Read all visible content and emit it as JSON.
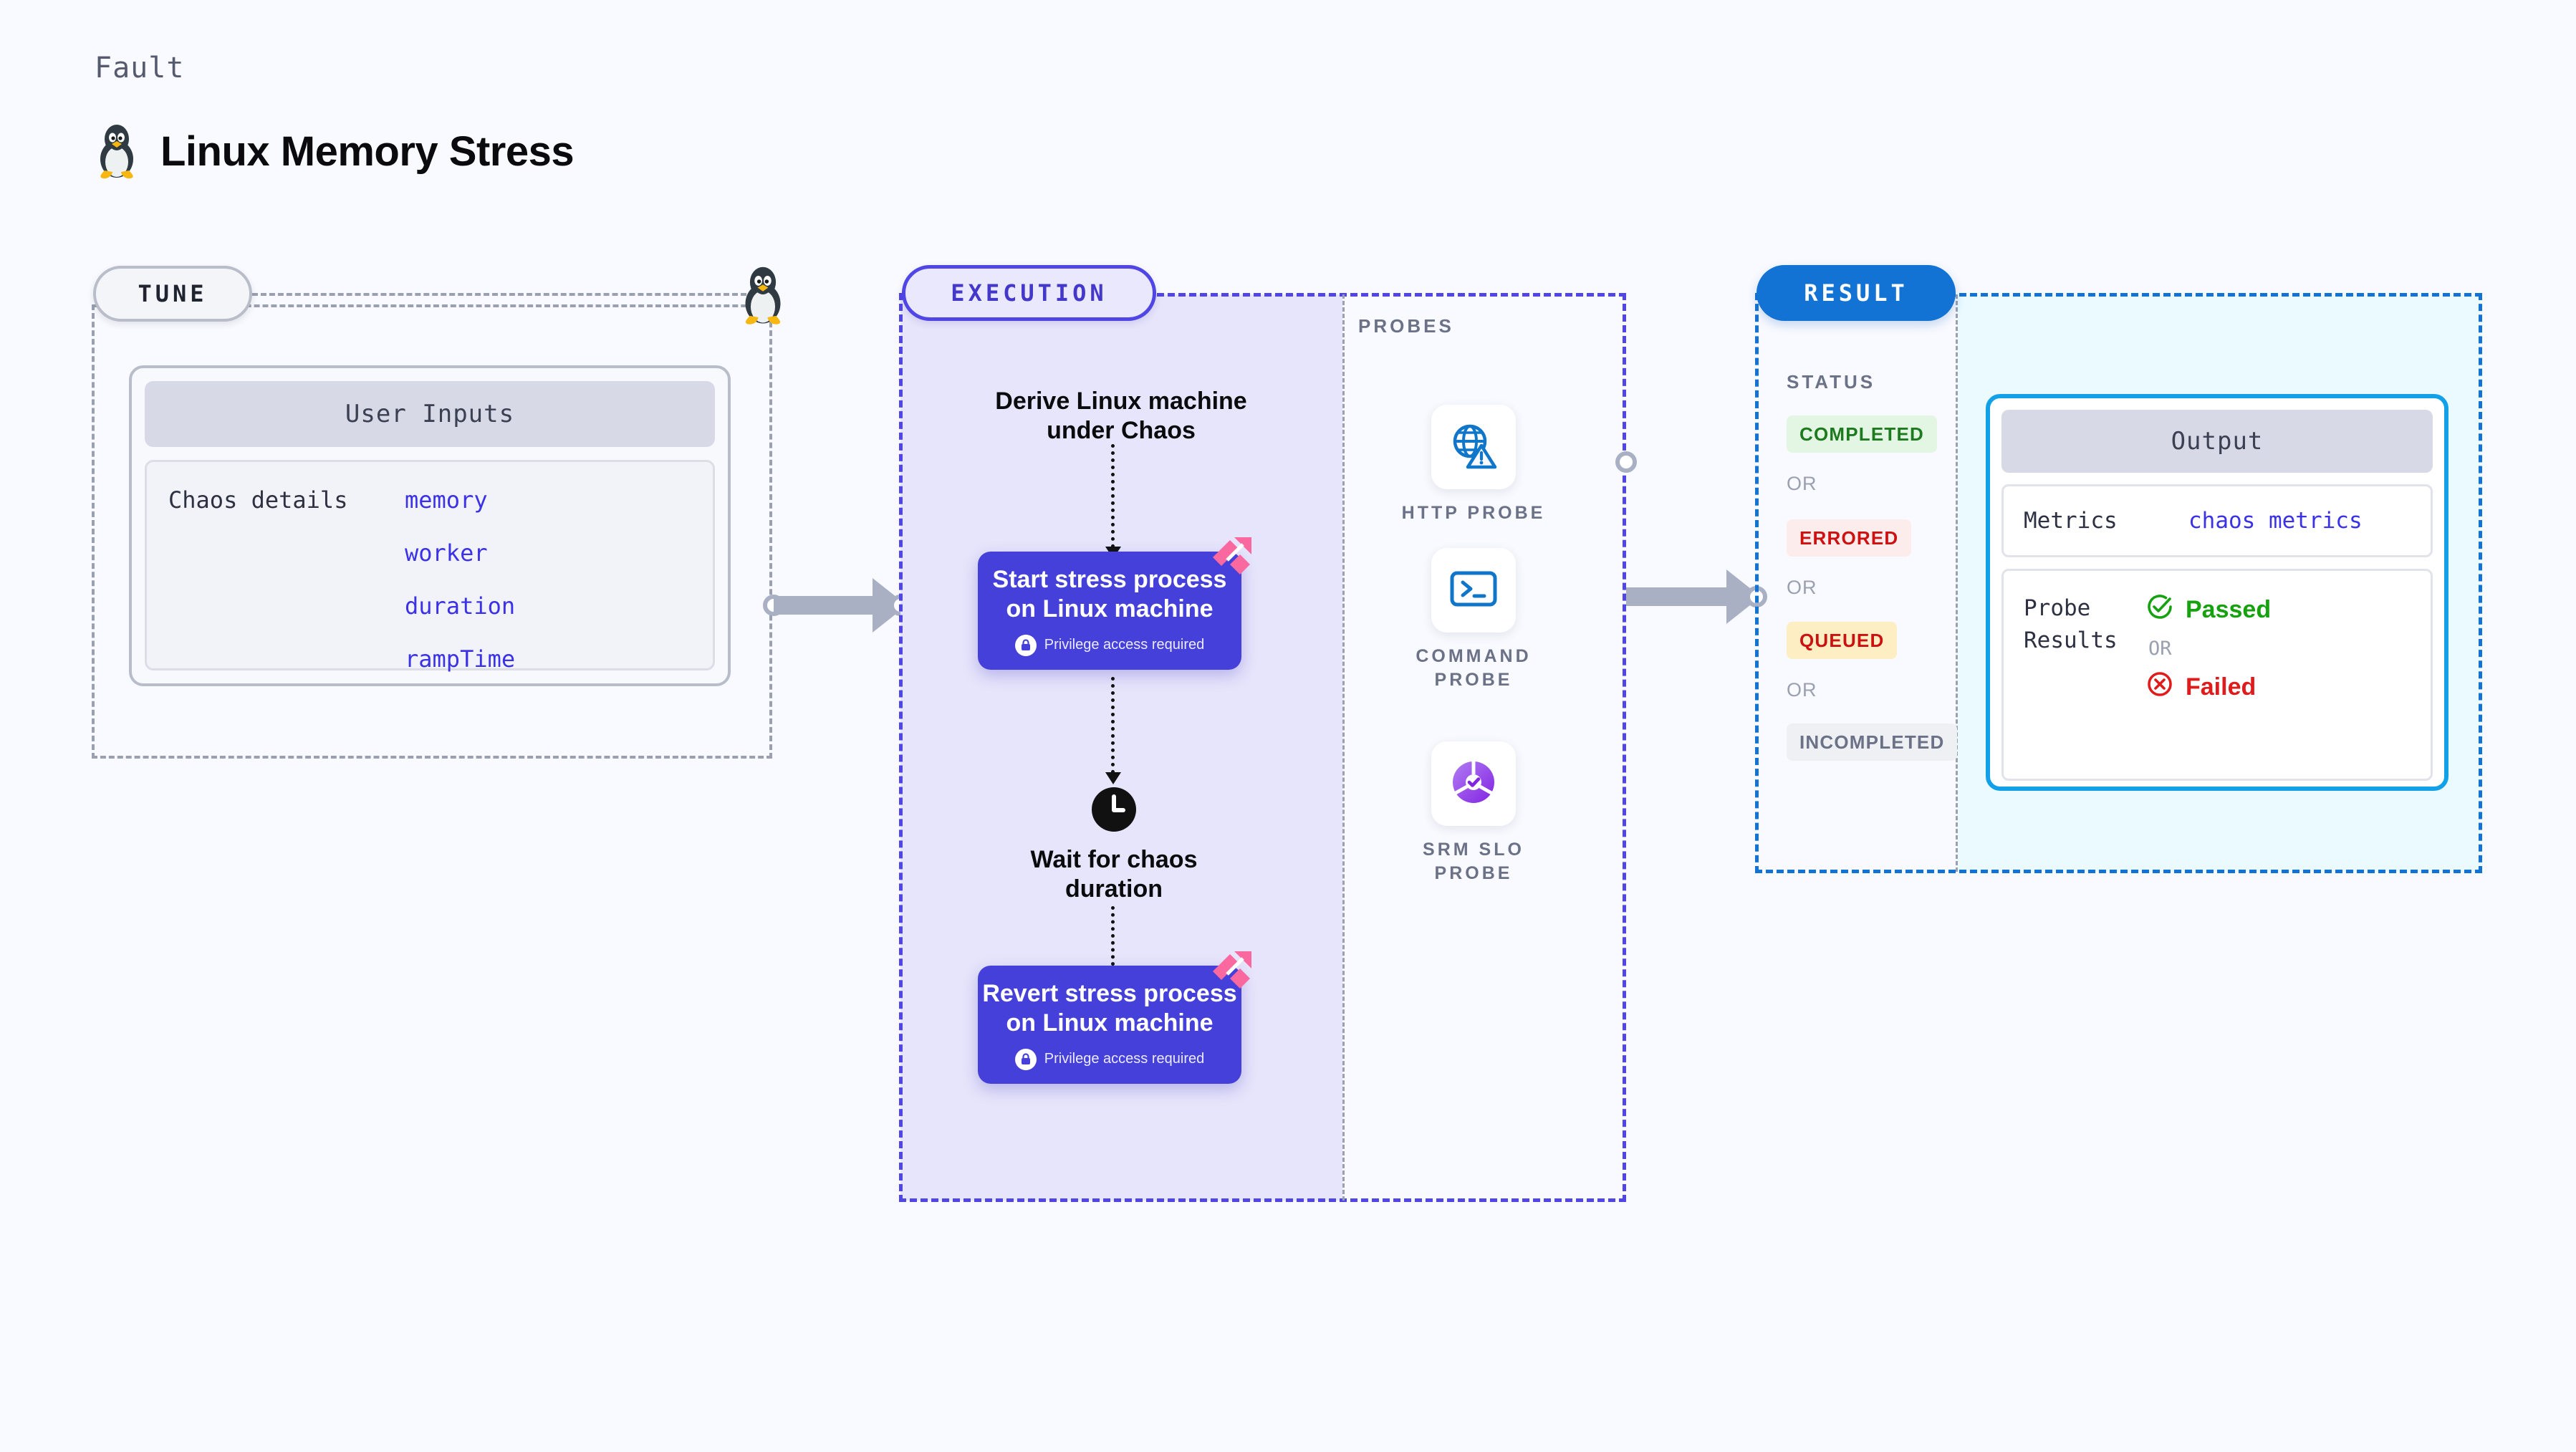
{
  "header": {
    "kicker": "Fault",
    "title": "Linux Memory Stress",
    "icon": "linux-penguin-icon"
  },
  "tune": {
    "pill_label": "TUNE",
    "penguin_icon": "linux-penguin-icon",
    "card": {
      "header": "User Inputs",
      "row_label": "Chaos details",
      "params": [
        "memory",
        "worker",
        "duration",
        "rampTime"
      ]
    }
  },
  "execution": {
    "pill_label": "EXECUTION",
    "steps": [
      {
        "type": "text",
        "label": "Derive Linux machine under Chaos"
      },
      {
        "type": "node",
        "label": "Start stress process on Linux machine",
        "sub": "Privilege access required",
        "badge": "harness-logo-icon",
        "lock": "lock-icon"
      },
      {
        "type": "wait",
        "label": "Wait for chaos duration",
        "icon": "clock-icon"
      },
      {
        "type": "node",
        "label": "Revert stress process on Linux machine",
        "sub": "Privilege access required",
        "badge": "harness-logo-icon",
        "lock": "lock-icon"
      }
    ]
  },
  "probes": {
    "section_label": "PROBES",
    "items": [
      {
        "label": "HTTP PROBE",
        "icon": "globe-warning-icon"
      },
      {
        "label": "COMMAND PROBE",
        "icon": "terminal-icon"
      },
      {
        "label": "SRM SLO PROBE",
        "icon": "srm-slo-donut-icon"
      }
    ]
  },
  "result": {
    "pill_label": "RESULT",
    "status_label": "STATUS",
    "or_label": "OR",
    "statuses": [
      {
        "label": "COMPLETED",
        "color": "#1e7a1e",
        "bg": "#e3f6e3"
      },
      {
        "label": "ERRORED",
        "color": "#cc1111",
        "bg": "#fdecec"
      },
      {
        "label": "QUEUED",
        "color": "#cc1111",
        "bg": "#fdeec4"
      },
      {
        "label": "INCOMPLETED",
        "color": "#6b7186",
        "bg": "#eff0f4"
      }
    ],
    "output": {
      "header": "Output",
      "metrics_label": "Metrics",
      "metrics_value": "chaos metrics",
      "probe_results_label": "Probe Results",
      "or_label": "OR",
      "passed": {
        "label": "Passed",
        "color": "#16a10f",
        "icon": "check-circle-icon"
      },
      "failed": {
        "label": "Failed",
        "color": "#e01b1b",
        "icon": "x-circle-icon"
      }
    }
  },
  "colors": {
    "background": "#f9faff",
    "execution_accent": "#4f46e5",
    "execution_fill": "#e6e5fb",
    "node_fill": "#4540da",
    "result_accent": "#1273d4",
    "result_fill": "#eafaff",
    "output_border": "#12a0e8",
    "tune_border": "#9aa0b0",
    "param_text": "#3b32e8",
    "harness_badge": "#f96aa0"
  }
}
